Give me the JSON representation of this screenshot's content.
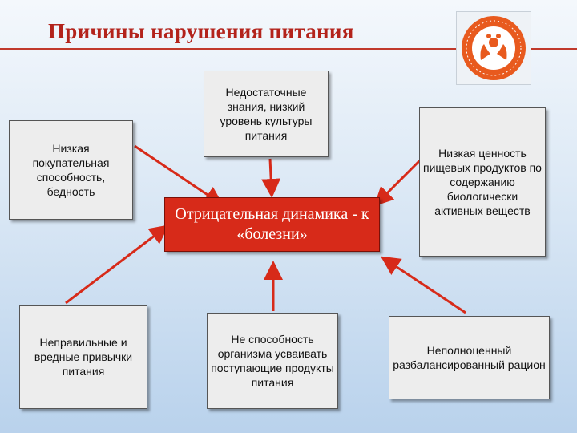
{
  "slide": {
    "title": "Причины нарушения питания",
    "center": "Отрицательная динамика - к «болезни»",
    "causes": {
      "low_income": "Низкая покупательная способность, бедность",
      "knowledge": "Недостаточные знания, низкий уровень культуры питания",
      "low_value": "Низкая ценность пищевых продуктов по содержанию биологически активных веществ",
      "bad_habits": "Неправильные и вредные привычки питания",
      "absorption": "Не способность организма усваивать поступающие продукты питания",
      "unbalanced": "Неполноценный разбалансированный рацион"
    }
  },
  "colors": {
    "accent": "#d72a19",
    "title": "#b3231b",
    "box_fill": "#ededed"
  }
}
